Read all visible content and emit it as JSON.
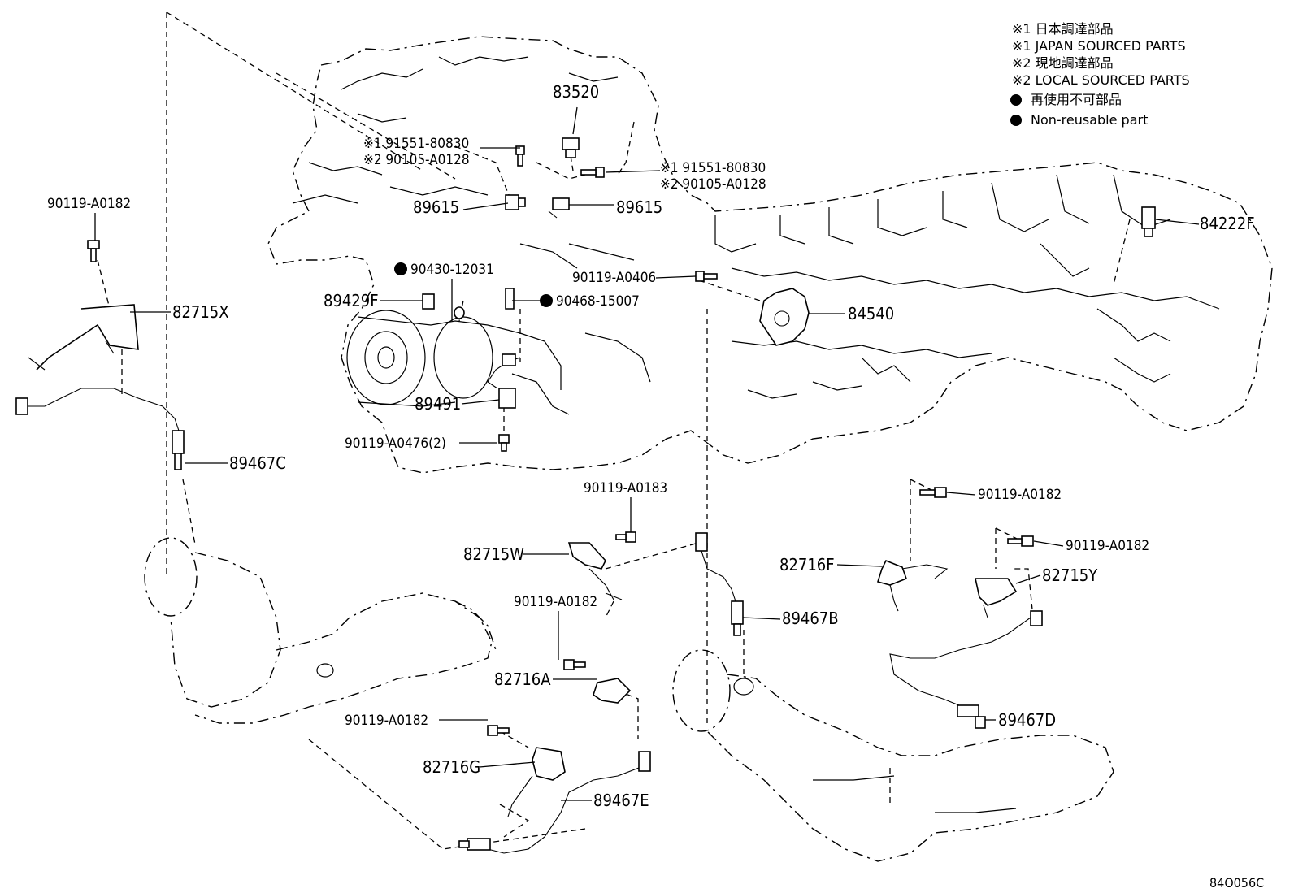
{
  "legend": {
    "line1": "※1 日本調達部品",
    "line2": "※1 JAPAN SOURCED PARTS",
    "line3": "※2 現地調達部品",
    "line4": "※2 LOCAL SOURCED PARTS",
    "line5": "再使用不可部品",
    "line6": "Non-reusable part"
  },
  "callouts": {
    "p83520": "83520",
    "p91551_a": "※1 91551-80830",
    "p90105_a": "※2 90105-A0128",
    "p91551_b": "※1 91551-80830",
    "p90105_b": "※2 90105-A0128",
    "p89615_l": "89615",
    "p89615_r": "89615",
    "p84222F": "84222F",
    "p90119_A0182_tl": "90119-A0182",
    "p90430": "90430-12031",
    "p90119_A0406": "90119-A0406",
    "p89429F": "89429F",
    "p90468": "90468-15007",
    "p84540": "84540",
    "p82715X": "82715X",
    "p89491": "89491",
    "p90119_A0476": "90119-A0476(2)",
    "p89467C": "89467C",
    "p90119_A0183": "90119-A0183",
    "p90119_A0182_r1": "90119-A0182",
    "p90119_A0182_r2": "90119-A0182",
    "p82715W": "82715W",
    "p82716F": "82716F",
    "p82715Y": "82715Y",
    "p90119_A0182_m": "90119-A0182",
    "p89467B": "89467B",
    "p82716A": "82716A",
    "p89467D": "89467D",
    "p90119_A0182_b": "90119-A0182",
    "p82716G": "82716G",
    "p89467E": "89467E"
  },
  "diagram_code": "84O056C"
}
